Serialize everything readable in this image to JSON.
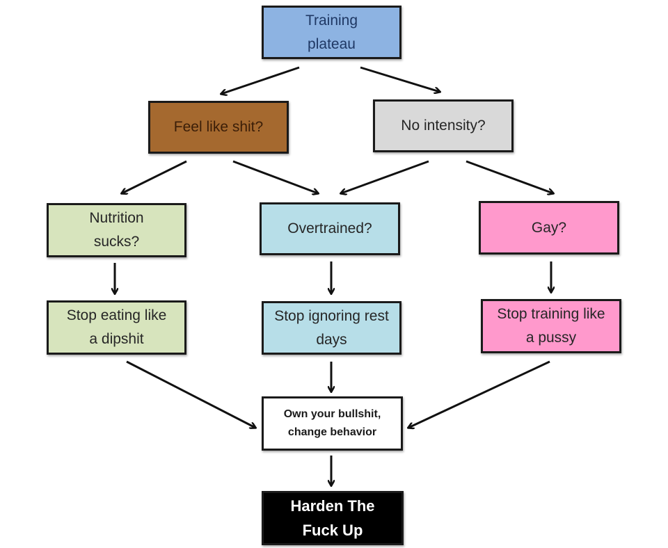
{
  "nodes": {
    "training_plateau": {
      "label": "Training plateau",
      "fill": "#8db3e2",
      "text_color": "#1f3864"
    },
    "feel_like_shit": {
      "label": "Feel like shit?",
      "fill": "#a5692f",
      "text_color": "#3b1e08"
    },
    "no_intensity": {
      "label": "No intensity?",
      "fill": "#d9d9d9",
      "text_color": "#262626"
    },
    "nutrition_sucks": {
      "label": "Nutrition sucks?",
      "fill": "#d7e4bd",
      "text_color": "#262626"
    },
    "overtrained": {
      "label": "Overtrained?",
      "fill": "#b7dee8",
      "text_color": "#262626"
    },
    "gay": {
      "label": "Gay?",
      "fill": "#ff99cc",
      "text_color": "#262626"
    },
    "stop_eating": {
      "label": "Stop eating like a dipshit",
      "fill": "#d7e4bd",
      "text_color": "#262626"
    },
    "stop_ignoring": {
      "label": "Stop ignoring rest days",
      "fill": "#b7dee8",
      "text_color": "#262626"
    },
    "stop_training": {
      "label": "Stop training like a pussy",
      "fill": "#ff99cc",
      "text_color": "#262626"
    },
    "own_bullshit": {
      "label": "Own your bullshit, change behavior",
      "fill": "#ffffff",
      "text_color": "#1a1a1a"
    },
    "harden_up": {
      "label": "Harden The Fuck Up",
      "fill": "#000000",
      "text_color": "#ffffff"
    }
  },
  "edges": [
    [
      "training_plateau",
      "feel_like_shit"
    ],
    [
      "training_plateau",
      "no_intensity"
    ],
    [
      "feel_like_shit",
      "nutrition_sucks"
    ],
    [
      "feel_like_shit",
      "overtrained"
    ],
    [
      "no_intensity",
      "overtrained"
    ],
    [
      "no_intensity",
      "gay"
    ],
    [
      "nutrition_sucks",
      "stop_eating"
    ],
    [
      "overtrained",
      "stop_ignoring"
    ],
    [
      "gay",
      "stop_training"
    ],
    [
      "stop_eating",
      "own_bullshit"
    ],
    [
      "stop_ignoring",
      "own_bullshit"
    ],
    [
      "stop_training",
      "own_bullshit"
    ],
    [
      "own_bullshit",
      "harden_up"
    ]
  ]
}
